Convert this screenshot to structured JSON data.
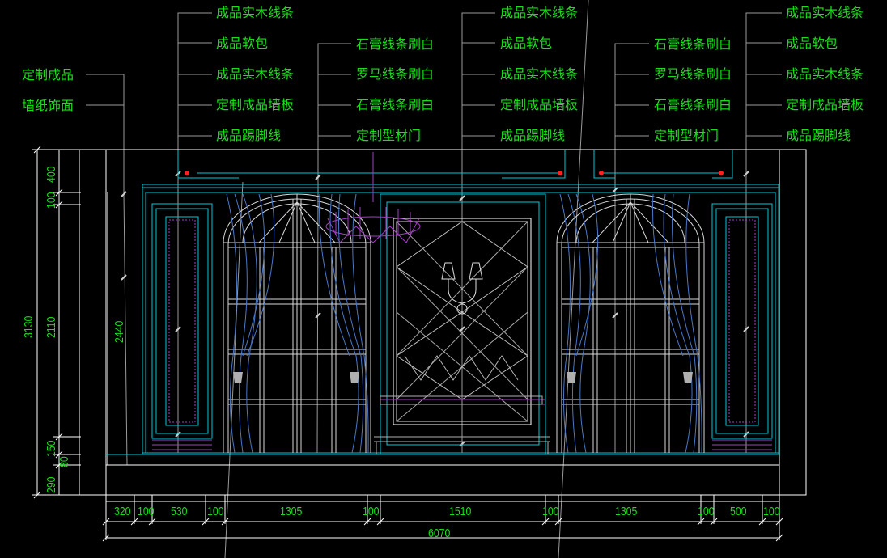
{
  "colors": {
    "background": "#000000",
    "text": "#18e018",
    "outline": "#ffffff",
    "panel_lines": "#00c8d8",
    "curtain": "#4a78c8",
    "inlay": "#a040c0",
    "marker": "#ff2020"
  },
  "left_labels": {
    "custom_product": "定制成品",
    "wallpaper": "墙纸饰面"
  },
  "column_a": {
    "l1": "成品实木线条",
    "l2": "成品软包",
    "l3": "成品实木线条",
    "l4": "定制成品墙板",
    "l5": "成品踢脚线"
  },
  "column_b": {
    "l1": "石膏线条刷白",
    "l2": "罗马线条刷白",
    "l3": "石膏线条刷白",
    "l4": "定制型材门"
  },
  "column_c": {
    "l1": "成品实木线条",
    "l2": "成品软包",
    "l3": "成品实木线条",
    "l4": "定制成品墙板",
    "l5": "成品踢脚线"
  },
  "column_d": {
    "l1": "石膏线条刷白",
    "l2": "罗马线条刷白",
    "l3": "石膏线条刷白",
    "l4": "定制型材门"
  },
  "column_e": {
    "l1": "成品实木线条",
    "l2": "成品软包",
    "l3": "成品实木线条",
    "l4": "定制成品墙板",
    "l5": "成品踢脚线"
  },
  "vertical_dims": {
    "total": "3130",
    "d400": "400",
    "d100": "100",
    "d2110": "2110",
    "d150": "150",
    "d80": "80",
    "d290": "290",
    "inner": "2440"
  },
  "horizontal_dims": {
    "h320": "320",
    "h100a": "100",
    "h530": "530",
    "h100b": "100",
    "h1305a": "1305",
    "h100c": "100",
    "h1510": "1510",
    "h100d": "100",
    "h1305b": "1305",
    "h100e": "100",
    "h500": "500",
    "h100f": "100",
    "total": "6070"
  }
}
